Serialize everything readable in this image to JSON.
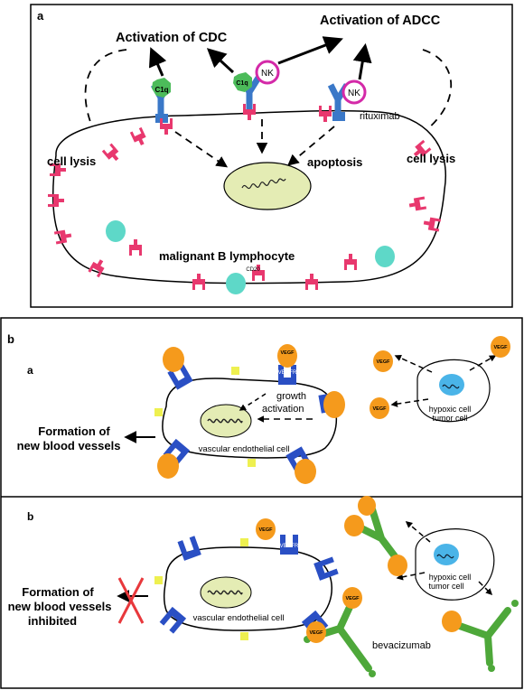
{
  "panel_a": {
    "letter": "a",
    "activation_cdc": "Activation of CDC",
    "activation_adcc": "Activation of ADCC",
    "c1q": "C1q",
    "nk": "NK",
    "rituximab": "rituximab",
    "cell_lysis_left": "cell lysis",
    "cell_lysis_right": "cell lysis",
    "apoptosis": "apoptosis",
    "cell_label": "malignant B lymphocyte",
    "cd20": "CD20"
  },
  "panel_b": {
    "letter": "b",
    "sub_a": {
      "letter": "a",
      "vegf": "VEGF",
      "vegfr": "VEGFR",
      "growth": "growth",
      "activation": "activation",
      "hypoxic_cell": "hypoxic cell",
      "tumor_cell": "tumor cell",
      "formation_line1": "Formation of",
      "formation_line2": "new blood vessels",
      "endothelial": "vascular endothelial cell"
    },
    "sub_b": {
      "letter": "b",
      "vegf": "VEGF",
      "vegfr": "VEGFR",
      "hypoxic_cell": "hypoxic cell",
      "tumor_cell": "tumor cell",
      "formation_line1": "Formation of",
      "formation_line2": "new blood vessels",
      "formation_line3": "inhibited",
      "endothelial": "vascular endothelial cell",
      "bevacizumab": "bevacizumab"
    }
  },
  "colors": {
    "receptor_pink": "#e8386e",
    "antibody_blue": "#3a78c8",
    "vegfr_blue": "#2a4fc4",
    "c1q_green": "#4cbb5a",
    "nk_magenta": "#d42aa8",
    "cyan_blob": "#5ed8c8",
    "vegf_orange": "#f59a1c",
    "nucleus_fill": "#e4ecb4",
    "tumor_nucleus": "#4ab4e8",
    "square_yellow": "#eef050",
    "bev_green": "#4ea83a",
    "inhibit_red": "#e8383c"
  }
}
